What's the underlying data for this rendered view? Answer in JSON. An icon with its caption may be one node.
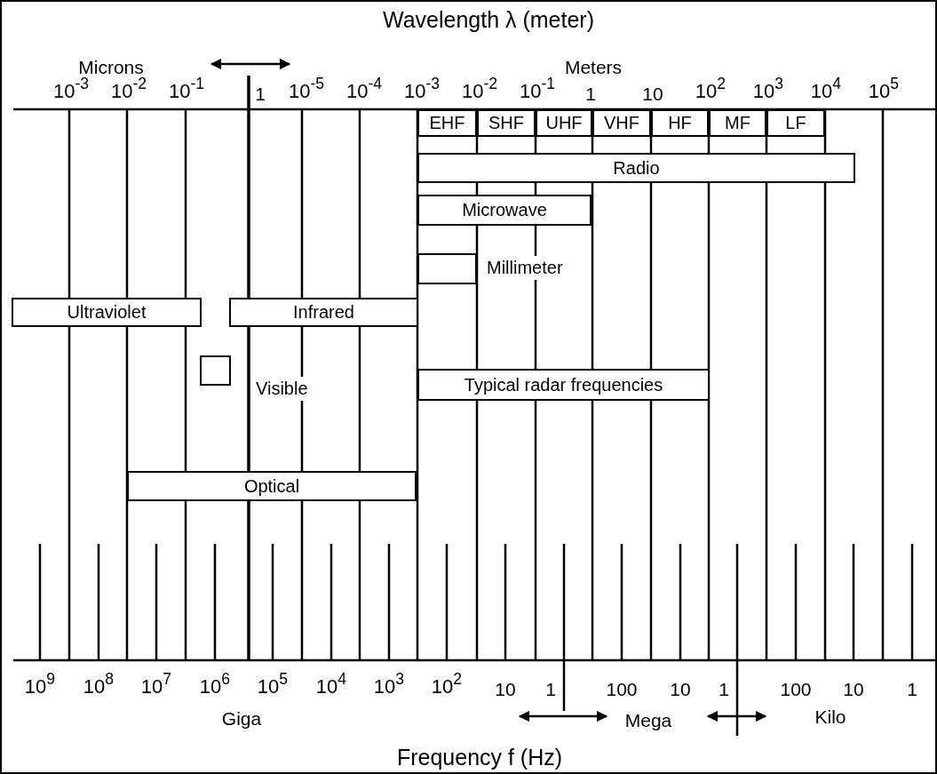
{
  "diagram": {
    "title": "Wavelength λ (meter)",
    "caption": "Frequency f (Hz)",
    "nodes": [
      {
        "text": [
          "EHF"
        ]
      },
      {
        "text": [
          "SHF"
        ]
      },
      {
        "text": [
          "UHF"
        ]
      },
      {
        "text": [
          "VHF"
        ]
      },
      {
        "text": [
          "HF"
        ]
      },
      {
        "text": [
          "MF"
        ]
      },
      {
        "text": [
          "LF"
        ]
      },
      {
        "text": [
          "Radio"
        ]
      },
      {
        "text": [
          "Microwave"
        ]
      },
      {
        "text": [],
        "shape": "box",
        "beside": [
          "Millimeter"
        ]
      },
      {
        "text": [
          "Ultraviolet"
        ]
      },
      {
        "text": [
          "Infrared"
        ]
      },
      {
        "text": [],
        "shape": "box",
        "beside": [
          "Visible"
        ]
      },
      {
        "text": [
          "Typical radar frequencies"
        ]
      },
      {
        "text": [
          "Optical"
        ]
      }
    ],
    "labels": [
      "Microns",
      "Meters",
      "10$^{-3}$",
      "10$^{-2}$",
      "10$^{-1}$",
      "1",
      "10$^{-5}$",
      "10$^{-4}$",
      "10$^{-3}$",
      "10$^{-2}$",
      "10$^{-1}$",
      "1",
      "10",
      "10$^{2}$",
      "10$^{3}$",
      "10$^{4}$",
      "10$^{5}$",
      "10$^{9}$",
      "10$^{8}$",
      "10$^{7}$",
      "10$^{6}$",
      "10$^{5}$",
      "10$^{4}$",
      "10$^{3}$",
      "10$^{2}$",
      "10",
      "1",
      "100",
      "10",
      "1",
      "100",
      "10",
      "1",
      "Giga",
      "Mega",
      "Kilo"
    ]
  }
}
